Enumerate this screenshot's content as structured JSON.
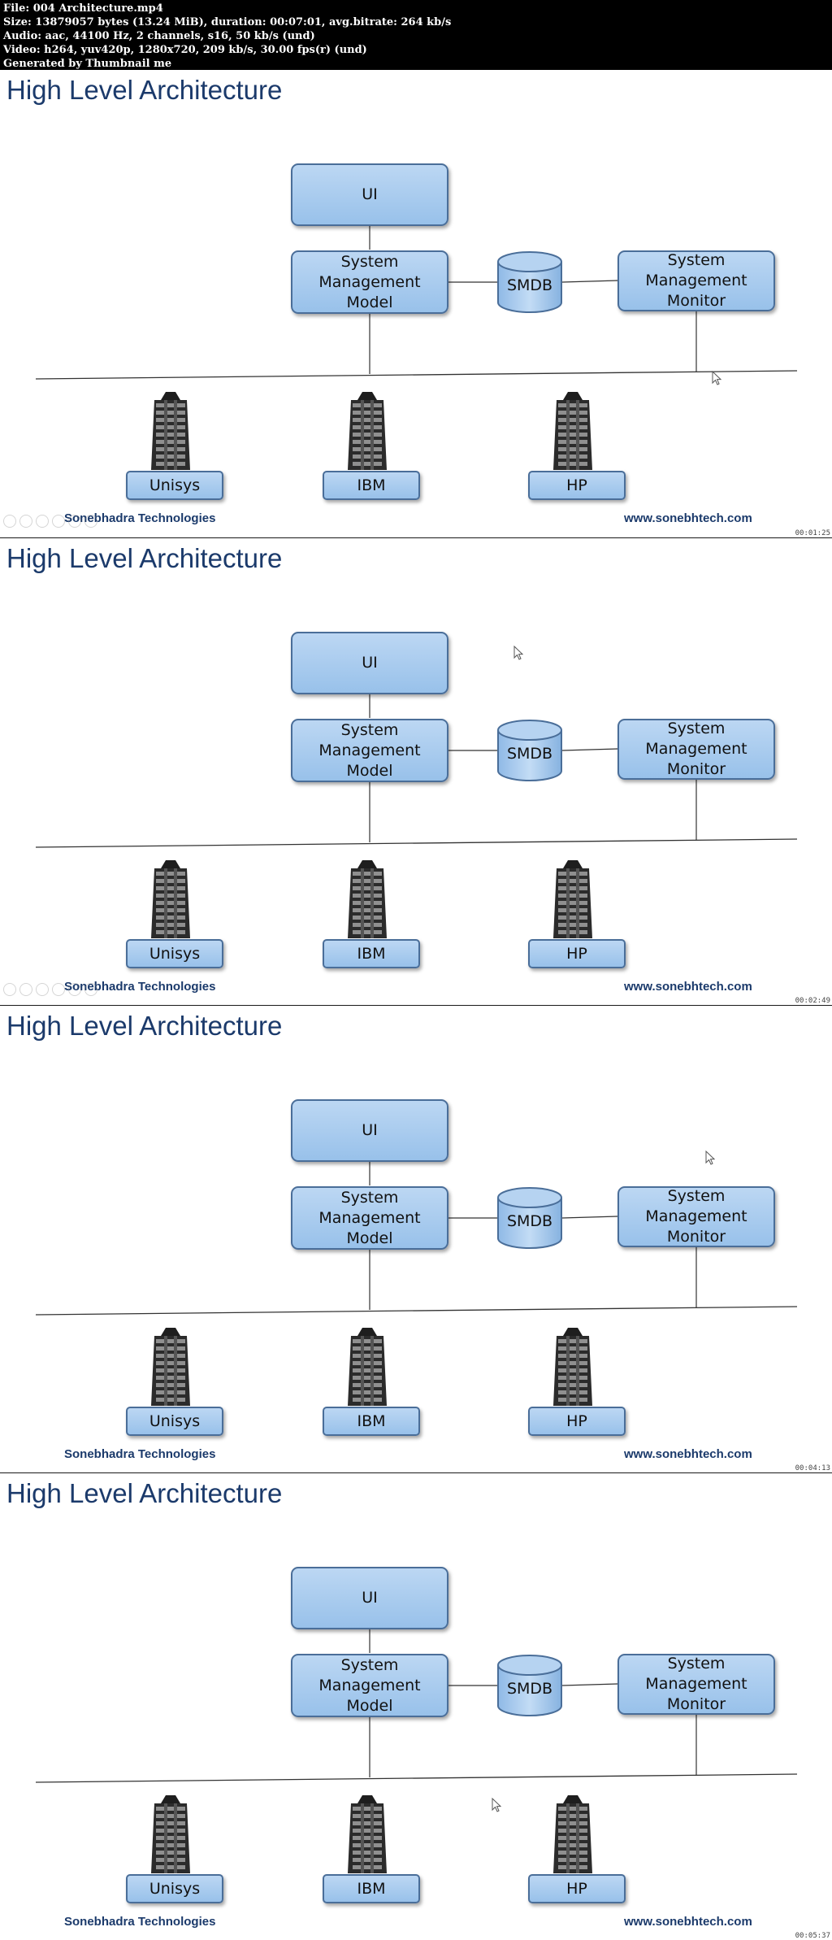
{
  "info": {
    "file": "File: 004 Architecture.mp4",
    "size": "Size: 13879057 bytes (13.24 MiB), duration: 00:07:01, avg.bitrate: 264 kb/s",
    "audio": "Audio: aac, 44100 Hz, 2 channels, s16, 50 kb/s (und)",
    "video": "Video: h264, yuv420p, 1280x720, 209 kb/s, 30.00 fps(r) (und)",
    "generated": "Generated by Thumbnail me"
  },
  "slide": {
    "title": "High Level Architecture",
    "ui_label": "UI",
    "smm_label": "System\nManagement\nModel",
    "smdb_label": "SMDB",
    "monitor_label": "System\nManagement\nMonitor",
    "servers": [
      "Unisys",
      "IBM",
      "HP"
    ],
    "footer_left": "Sonebhadra Technologies",
    "footer_right": "www.sonebhtech.com"
  },
  "frames": [
    {
      "timestamp": "00:01:25",
      "show_controls": true
    },
    {
      "timestamp": "00:02:49",
      "show_controls": true
    },
    {
      "timestamp": "00:04:13",
      "show_controls": false
    },
    {
      "timestamp": "00:05:37",
      "show_controls": false
    }
  ],
  "colors": {
    "title": "#1b3a6b",
    "box_fill": "#a9cbef",
    "box_border": "#4a6e99",
    "info_bar": "#000000"
  },
  "icons": [
    "server-tower-icon",
    "database-cylinder-icon",
    "mouse-cursor-icon",
    "player-control-icon"
  ]
}
